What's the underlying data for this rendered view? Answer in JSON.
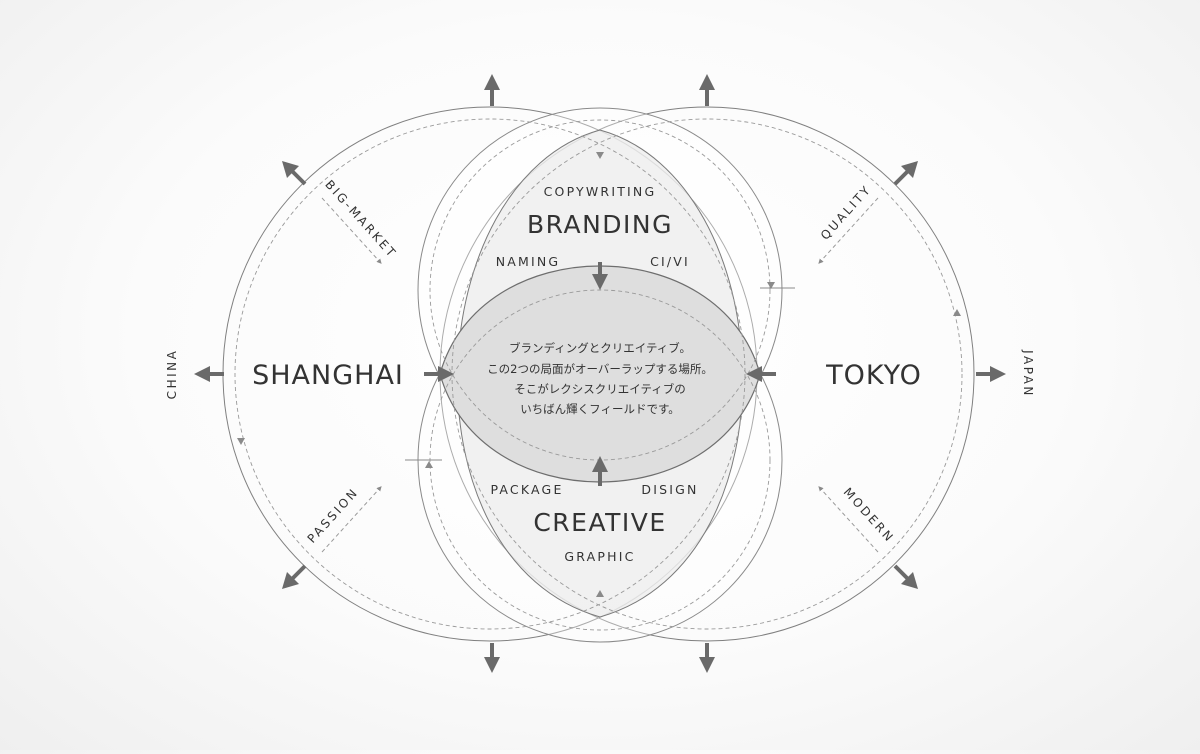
{
  "diagram": {
    "center_text": [
      "ブランディングとクリエイティブ。",
      "この2つの局面がオーバーラップする場所。",
      "そこがレクシスクリエイティブの",
      "いちばん輝くフィールドです。"
    ],
    "top": {
      "title": "BRANDING",
      "sub_top": "COPYWRITING",
      "sub_left": "NAMING",
      "sub_right": "CI/VI"
    },
    "bottom": {
      "title": "CREATIVE",
      "sub_left": "PACKAGE",
      "sub_right": "DISIGN",
      "sub_bottom": "GRAPHIC"
    },
    "left": {
      "city": "SHANGHAI",
      "country": "CHINA",
      "upper_label": "BIG-MARKET",
      "lower_label": "PASSION"
    },
    "right": {
      "city": "TOKYO",
      "country": "JAPAN",
      "upper_label": "QUALITY",
      "lower_label": "MODERN"
    },
    "colors": {
      "stroke": "#808080",
      "arrow": "#6a6a6a",
      "lens_fill": "#e9e9e9",
      "overlap_fill": "#dedede"
    }
  }
}
